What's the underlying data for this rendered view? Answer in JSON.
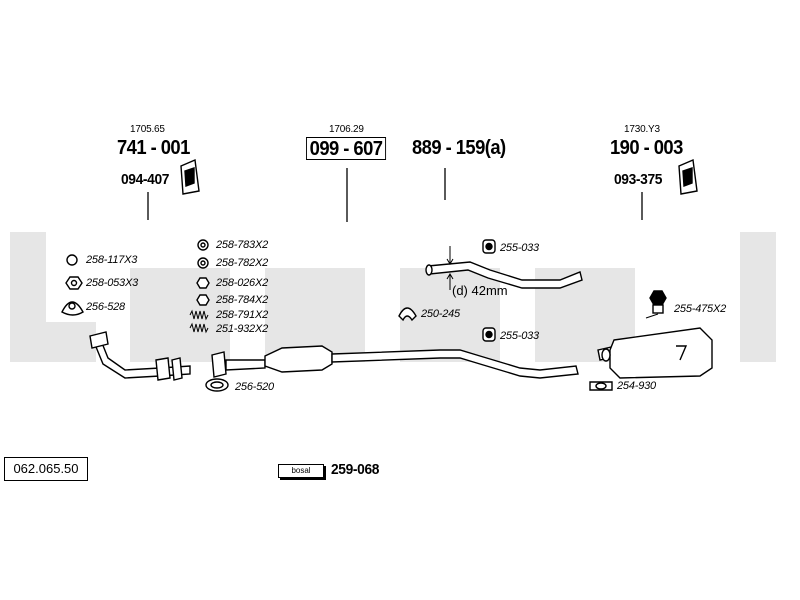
{
  "document_number": "062.065.50",
  "brand_logo_text": "bosal",
  "watermark_text": "bosal",
  "dimension_note": "(d) 42mm",
  "assemblies": {
    "front_pipe": {
      "ref": "1705.65",
      "part": "741 - 001",
      "mount_kit": "094-407"
    },
    "catalyst": {
      "ref": "1706.29",
      "part": "099 - 607"
    },
    "intermediate_pipe": {
      "part": "889 - 159(a)"
    },
    "rear_silencer": {
      "ref": "1730.Y3",
      "part": "190 - 003",
      "mount_kit": "093-375"
    }
  },
  "parts": {
    "p258_117": "258-117X3",
    "p258_053": "258-053X3",
    "p256_528": "256-528",
    "p258_783": "258-783X2",
    "p258_782": "258-782X2",
    "p258_026": "258-026X2",
    "p258_784": "258-784X2",
    "p258_791": "258-791X2",
    "p251_932": "251-932X2",
    "p256_520": "256-520",
    "p255_033_top": "255-033",
    "p250_245": "250-245",
    "p255_033_bottom": "255-033",
    "p255_475": "255-475X2",
    "p254_930": "254-930"
  },
  "assembly_kit": "259-068"
}
